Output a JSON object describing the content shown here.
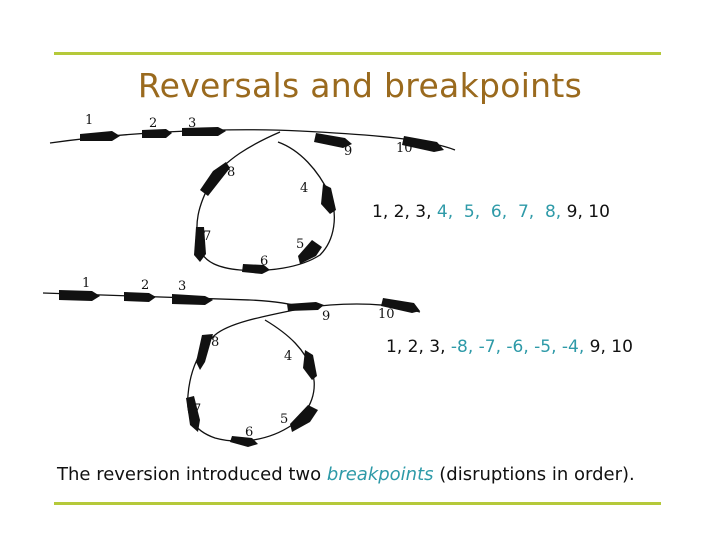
{
  "title": "Reversals and breakpoints",
  "diagram_top": {
    "labels": [
      "1",
      "2",
      "3",
      "9",
      "10",
      "8",
      "4",
      "7",
      "6",
      "5"
    ],
    "sequence": [
      {
        "text": "1, 2, 3, ",
        "highlight": false
      },
      {
        "text": "4,  5,  6,  ",
        "highlight": true
      },
      {
        "text": "7,  8, ",
        "highlight": true
      },
      {
        "text": "9, 10",
        "highlight": false
      }
    ]
  },
  "diagram_bottom": {
    "labels": [
      "1",
      "2",
      "3",
      "9",
      "10",
      "8",
      "4",
      "7",
      "6",
      "5"
    ],
    "sequence": [
      {
        "text": "1, 2, 3, ",
        "highlight": false
      },
      {
        "text": "-8, -7, -6, -5, -4, ",
        "highlight": true
      },
      {
        "text": "9, 10",
        "highlight": false
      }
    ]
  },
  "caption": {
    "before": "The reversion introduced two ",
    "emphasis": "breakpoints",
    "after": " (disruptions in order)."
  },
  "colors": {
    "accent_rule": "#b5c93a",
    "title": "#9a6a1e",
    "highlight": "#2e9aa8",
    "gene": "#111111"
  }
}
